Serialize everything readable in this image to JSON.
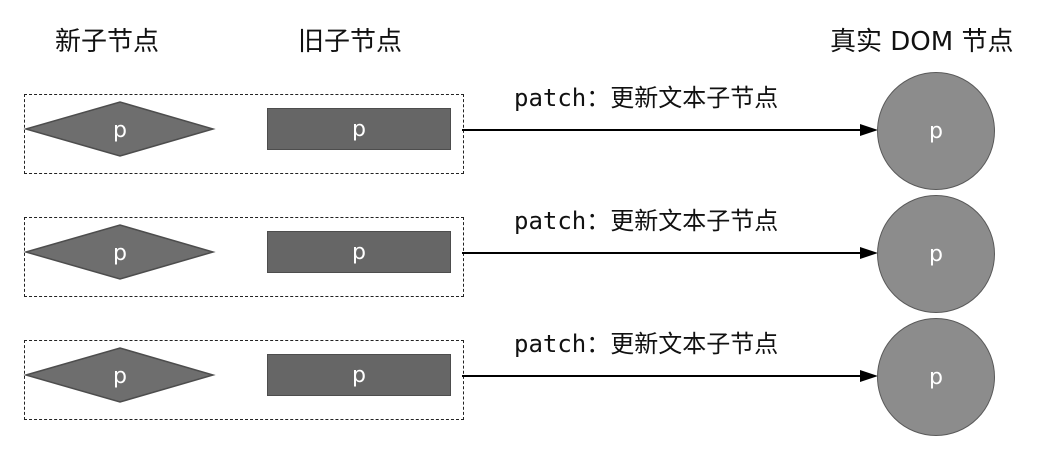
{
  "headers": {
    "new_nodes": "新子节点",
    "old_nodes": "旧子节点",
    "real_dom": "真实 DOM 节点"
  },
  "rows": [
    {
      "new_node": "p",
      "old_node": "p",
      "edge_code": "patch",
      "edge_text": "：更新文本子节点",
      "dom_node": "p"
    },
    {
      "new_node": "p",
      "old_node": "p",
      "edge_code": "patch",
      "edge_text": "：更新文本子节点",
      "dom_node": "p"
    },
    {
      "new_node": "p",
      "old_node": "p",
      "edge_code": "patch",
      "edge_text": "：更新文本子节点",
      "dom_node": "p"
    }
  ],
  "colors": {
    "new_node_fill": "#6e6e6e",
    "old_node_fill": "#666666",
    "dom_node_fill": "#8c8c8c",
    "arrow": "#000000"
  }
}
